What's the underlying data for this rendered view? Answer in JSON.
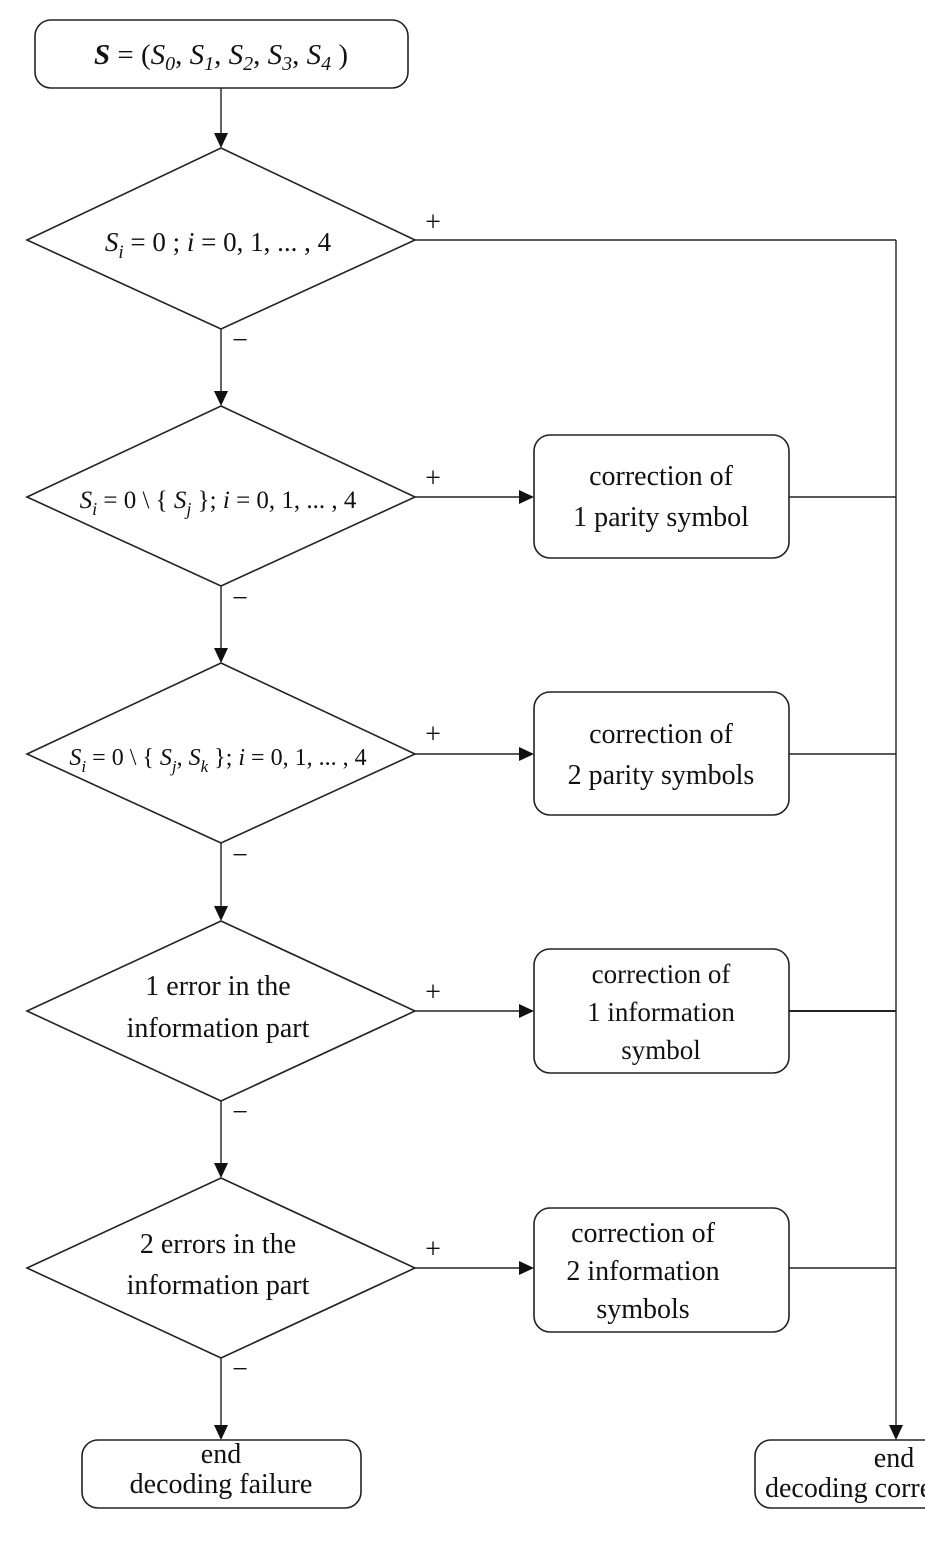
{
  "start": {
    "S": "S",
    "eq": " = (",
    "s0": "S",
    "s0sub": "0",
    "s1": "S",
    "s1sub": "1",
    "s2": "S",
    "s2sub": "2",
    "s3": "S",
    "s3sub": "3",
    "s4": "S",
    "s4sub": "4",
    "close": " )",
    "sep": ", "
  },
  "decision1": {
    "S": "S",
    "sub_i": "i",
    "rest": " = 0 ; ",
    "i": "i",
    "range": " = 0, 1, ... , 4"
  },
  "decision2": {
    "S": "S",
    "sub_i": "i",
    "mid": " = 0 \\ { ",
    "Sj": "S",
    "sub_j": "j",
    "close": " }; ",
    "i": "i",
    "range": " = 0, 1, ... , 4"
  },
  "decision3": {
    "S": "S",
    "sub_i": "i",
    "mid": " = 0 \\ { ",
    "Sj": "S",
    "sub_j": "j",
    "comma": ", ",
    "Sk": "S",
    "sub_k": "k",
    "close": " }; ",
    "i": "i",
    "range": " = 0, 1, ... , 4"
  },
  "decision4": {
    "line1": "1 error in the",
    "line2": "information part"
  },
  "decision5": {
    "line1": "2 errors in the",
    "line2": "information part"
  },
  "box1": {
    "line1": "correction of",
    "line2": "1 parity symbol"
  },
  "box2": {
    "line1": "correction of",
    "line2": "2 parity symbols"
  },
  "box3": {
    "line1": "correction of",
    "line2": "1 information",
    "line3": "symbol"
  },
  "box4": {
    "line1": "correction of",
    "line2": "2 information",
    "line3": "symbols"
  },
  "end_failure": {
    "line1": "end",
    "line2": "decoding failure"
  },
  "end_correct": {
    "line1": "end",
    "line2": "decoding correct"
  },
  "labels": {
    "plus": "+",
    "minus": "−"
  }
}
